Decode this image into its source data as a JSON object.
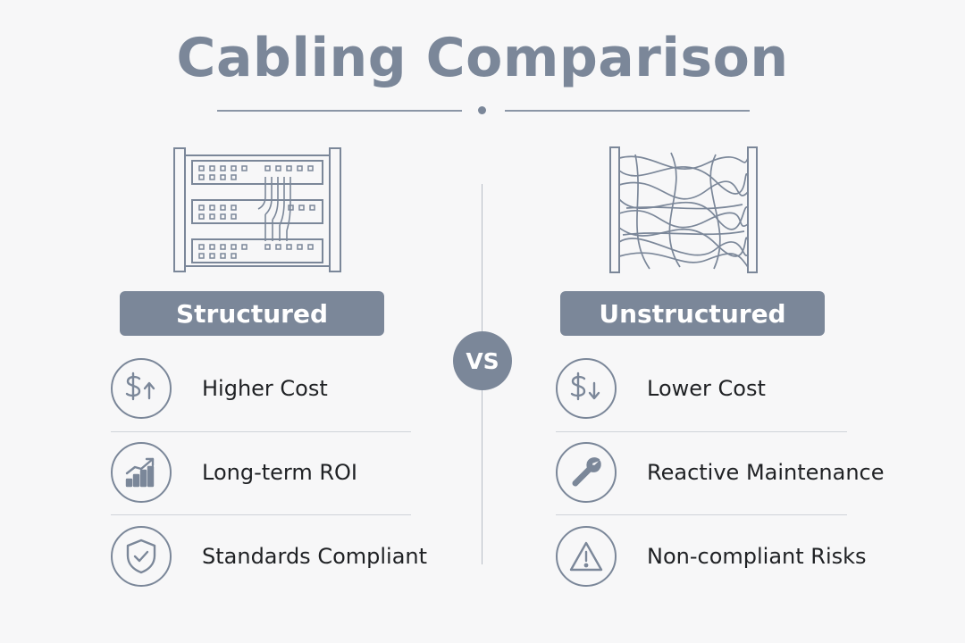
{
  "title": "Cabling Comparison",
  "vs_label": "VS",
  "colors": {
    "accent": "#7b8799",
    "text": "#1f2124",
    "background": "#f7f7f8",
    "divider": "#cfd3d9"
  },
  "left": {
    "label": "Structured",
    "illustration": "organized-rack-icon",
    "items": [
      {
        "text": "Higher Cost",
        "icon": "dollar-up-icon"
      },
      {
        "text": "Long-term ROI",
        "icon": "growth-chart-icon"
      },
      {
        "text": "Standards Compliant",
        "icon": "shield-check-icon"
      }
    ]
  },
  "right": {
    "label": "Unstructured",
    "illustration": "tangled-cables-icon",
    "items": [
      {
        "text": "Lower Cost",
        "icon": "dollar-down-icon"
      },
      {
        "text": "Reactive Maintenance",
        "icon": "wrench-icon"
      },
      {
        "text": "Non-compliant Risks",
        "icon": "warning-triangle-icon"
      }
    ]
  }
}
